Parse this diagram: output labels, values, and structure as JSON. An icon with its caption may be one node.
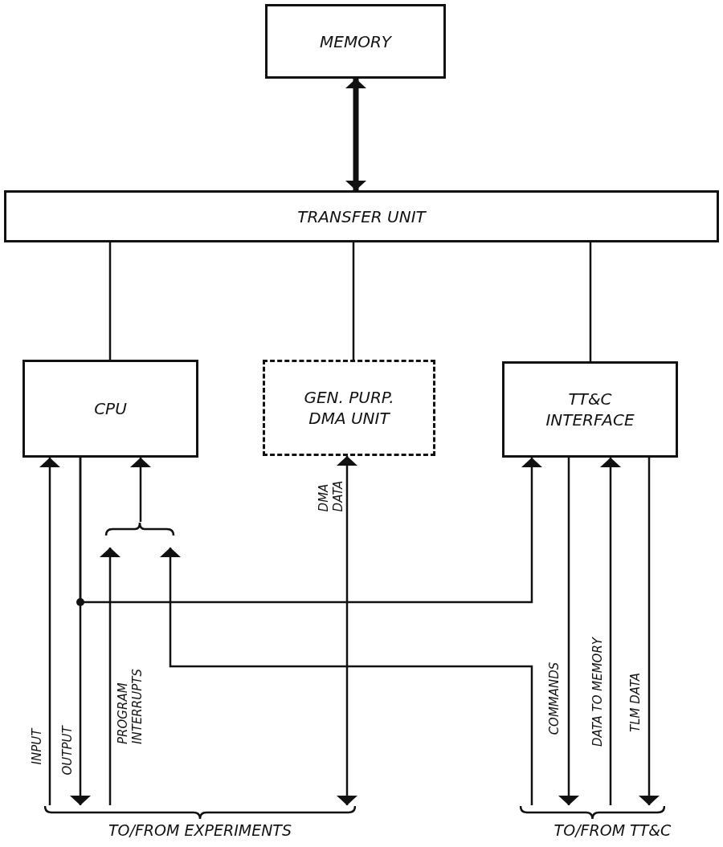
{
  "diagram": {
    "nodes": [
      {
        "text": [
          "MEMORY"
        ]
      },
      {
        "text": [
          "TRANSFER UNIT"
        ]
      },
      {
        "text": [
          "CPU"
        ]
      },
      {
        "text": [
          "GEN. PURP. DMA UNIT"
        ]
      },
      {
        "text": [
          "TT&C INTERFACE"
        ]
      },
      {
        "text": [],
        "shape": "bracket"
      },
      {
        "text": [
          "TO/FROM EXPERIMENTS"
        ]
      },
      {
        "text": [
          "TO/FROM TT&C"
        ]
      }
    ],
    "edges": [
      {
        "from": 0,
        "to": 1,
        "arrow": "both",
        "style": "thick"
      },
      {
        "from": 1,
        "to": 2,
        "arrow": "none"
      },
      {
        "from": 1,
        "to": 3,
        "arrow": "none"
      },
      {
        "from": 1,
        "to": 4,
        "arrow": "none"
      },
      {
        "from": 6,
        "to": 2,
        "arrow": "to",
        "label": "INPUT"
      },
      {
        "from": 2,
        "to": 6,
        "arrow": "to",
        "label": "OUTPUT"
      },
      {
        "from": 2,
        "to": 4,
        "arrow": "to"
      },
      {
        "from": 6,
        "to": 5,
        "arrow": "to",
        "label": "PROGRAM INTERRUPTS"
      },
      {
        "from": 7,
        "to": 5,
        "arrow": "to"
      },
      {
        "from": 5,
        "to": 2,
        "arrow": "to"
      },
      {
        "from": 3,
        "to": 6,
        "arrow": "both",
        "label": "DMA DATA"
      },
      {
        "from": 4,
        "to": 7,
        "arrow": "to",
        "label": "COMMANDS"
      },
      {
        "from": 7,
        "to": 4,
        "arrow": "to",
        "label": "DATA TO MEMORY"
      },
      {
        "from": 4,
        "to": 7,
        "arrow": "to",
        "label": "TLM DATA"
      }
    ]
  }
}
